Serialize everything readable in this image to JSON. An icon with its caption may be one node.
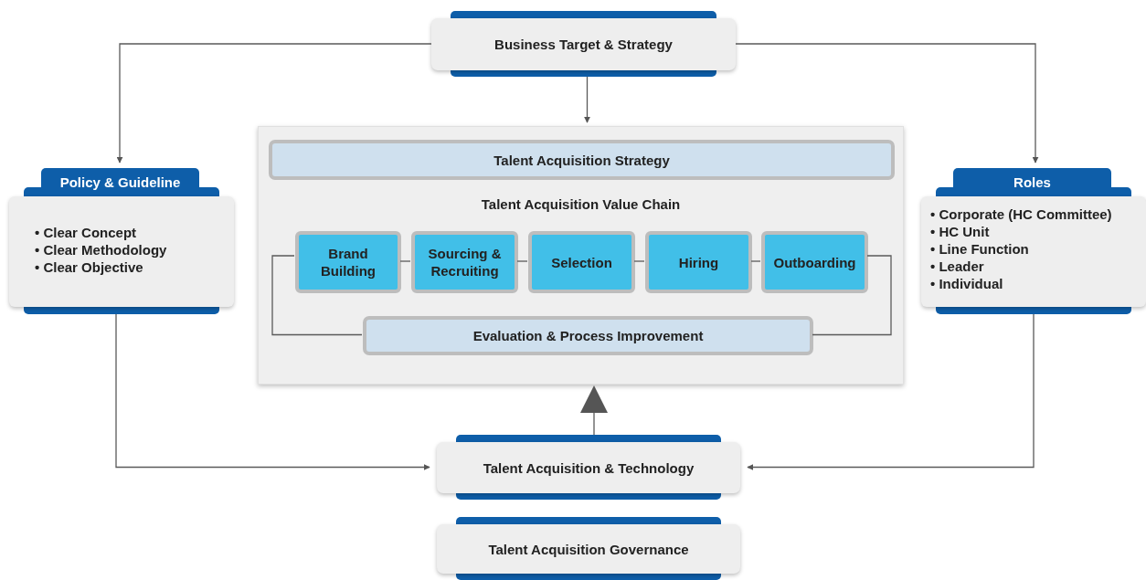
{
  "diagram": {
    "nodes": [
      {
        "text": [
          "Business Target & Strategy"
        ]
      },
      {
        "text": [
          "Policy & Guideline",
          "• Clear Concept",
          "• Clear Methodology",
          "• Clear Objective"
        ]
      },
      {
        "text": [
          "Roles",
          "• Corporate (HC Committee)",
          "• HC Unit",
          "• Line Function",
          "• Leader",
          "• Individual"
        ]
      },
      {
        "text": [
          "Talent Acquisition Value Chain"
        ]
      },
      {
        "text": [
          "Talent Acquisition Strategy"
        ],
        "in": 3
      },
      {
        "text": [
          "Brand Building"
        ],
        "in": 3
      },
      {
        "text": [
          "Sourcing & Recruiting"
        ],
        "in": 3
      },
      {
        "text": [
          "Selection"
        ],
        "in": 3
      },
      {
        "text": [
          "Hiring"
        ],
        "in": 3
      },
      {
        "text": [
          "Outboarding"
        ],
        "in": 3
      },
      {
        "text": [
          "Evaluation & Process Improvement"
        ],
        "in": 3
      },
      {
        "text": [
          "Talent Acquisition & Technology"
        ]
      },
      {
        "text": [
          "Talent Acquisition Governance"
        ]
      }
    ],
    "edges": [
      {
        "from": 0,
        "to": 1,
        "arrow": "to"
      },
      {
        "from": 0,
        "to": 2,
        "arrow": "to"
      },
      {
        "from": 0,
        "to": 3,
        "arrow": "to"
      },
      {
        "from": 1,
        "to": 11,
        "arrow": "to"
      },
      {
        "from": 2,
        "to": 11,
        "arrow": "to"
      },
      {
        "from": 11,
        "to": 3,
        "arrow": "to"
      },
      {
        "from": 5,
        "to": 6,
        "arrow": "none"
      },
      {
        "from": 6,
        "to": 7,
        "arrow": "none"
      },
      {
        "from": 7,
        "to": 8,
        "arrow": "none"
      },
      {
        "from": 8,
        "to": 9,
        "arrow": "none"
      },
      {
        "from": 5,
        "to": 10,
        "arrow": "none"
      },
      {
        "from": 9,
        "to": 10,
        "arrow": "none"
      }
    ]
  }
}
